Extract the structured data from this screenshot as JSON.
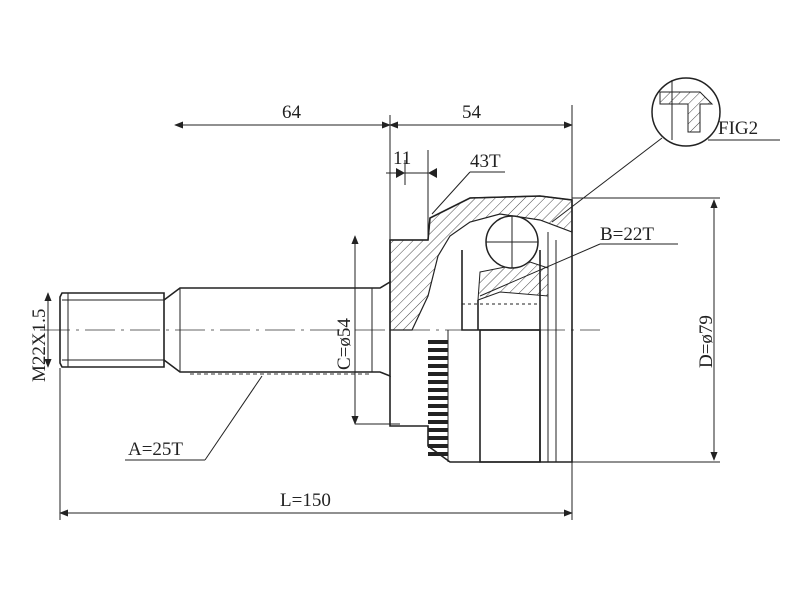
{
  "drawing": {
    "dimensions": {
      "upper_left": "64",
      "upper_right": "54",
      "small": "11",
      "length": "L=150",
      "outer_diameter": "D=ø79",
      "shaft_diameter": "C=ø54",
      "thread": "M22X1.5"
    },
    "callouts": {
      "outer_teeth": "43T",
      "shaft_spline": "A=25T",
      "inner_spline": "B=22T",
      "figure": "FIG2"
    }
  }
}
